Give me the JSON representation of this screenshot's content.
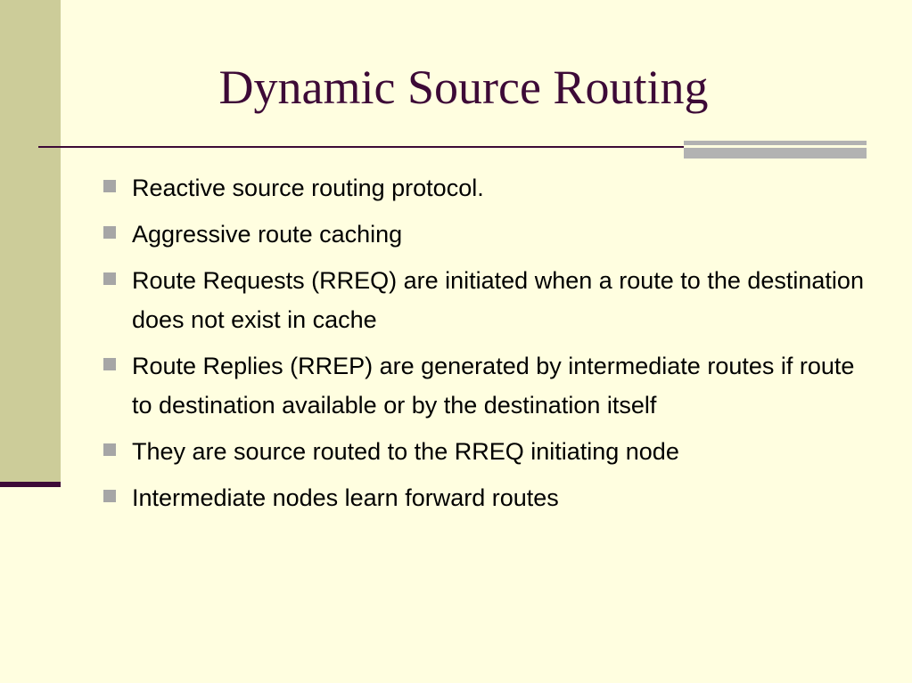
{
  "slide": {
    "title": "Dynamic Source Routing",
    "bullets": [
      "Reactive source routing protocol.",
      "Aggressive route caching",
      "Route Requests (RREQ) are initiated when a route to the destination does not exist in cache",
      "Route Replies (RREP) are generated by intermediate routes if route to destination available or by the destination itself",
      "They are source routed to the RREQ initiating node",
      "Intermediate nodes learn forward routes"
    ]
  },
  "colors": {
    "background": "#FFFEE0",
    "side_band": "#CCCC99",
    "title_text": "#3D0A37",
    "rule": "#3D0A37",
    "accent_bars": "#B2B2B2",
    "bullet_marker": "#A6A6A6"
  }
}
